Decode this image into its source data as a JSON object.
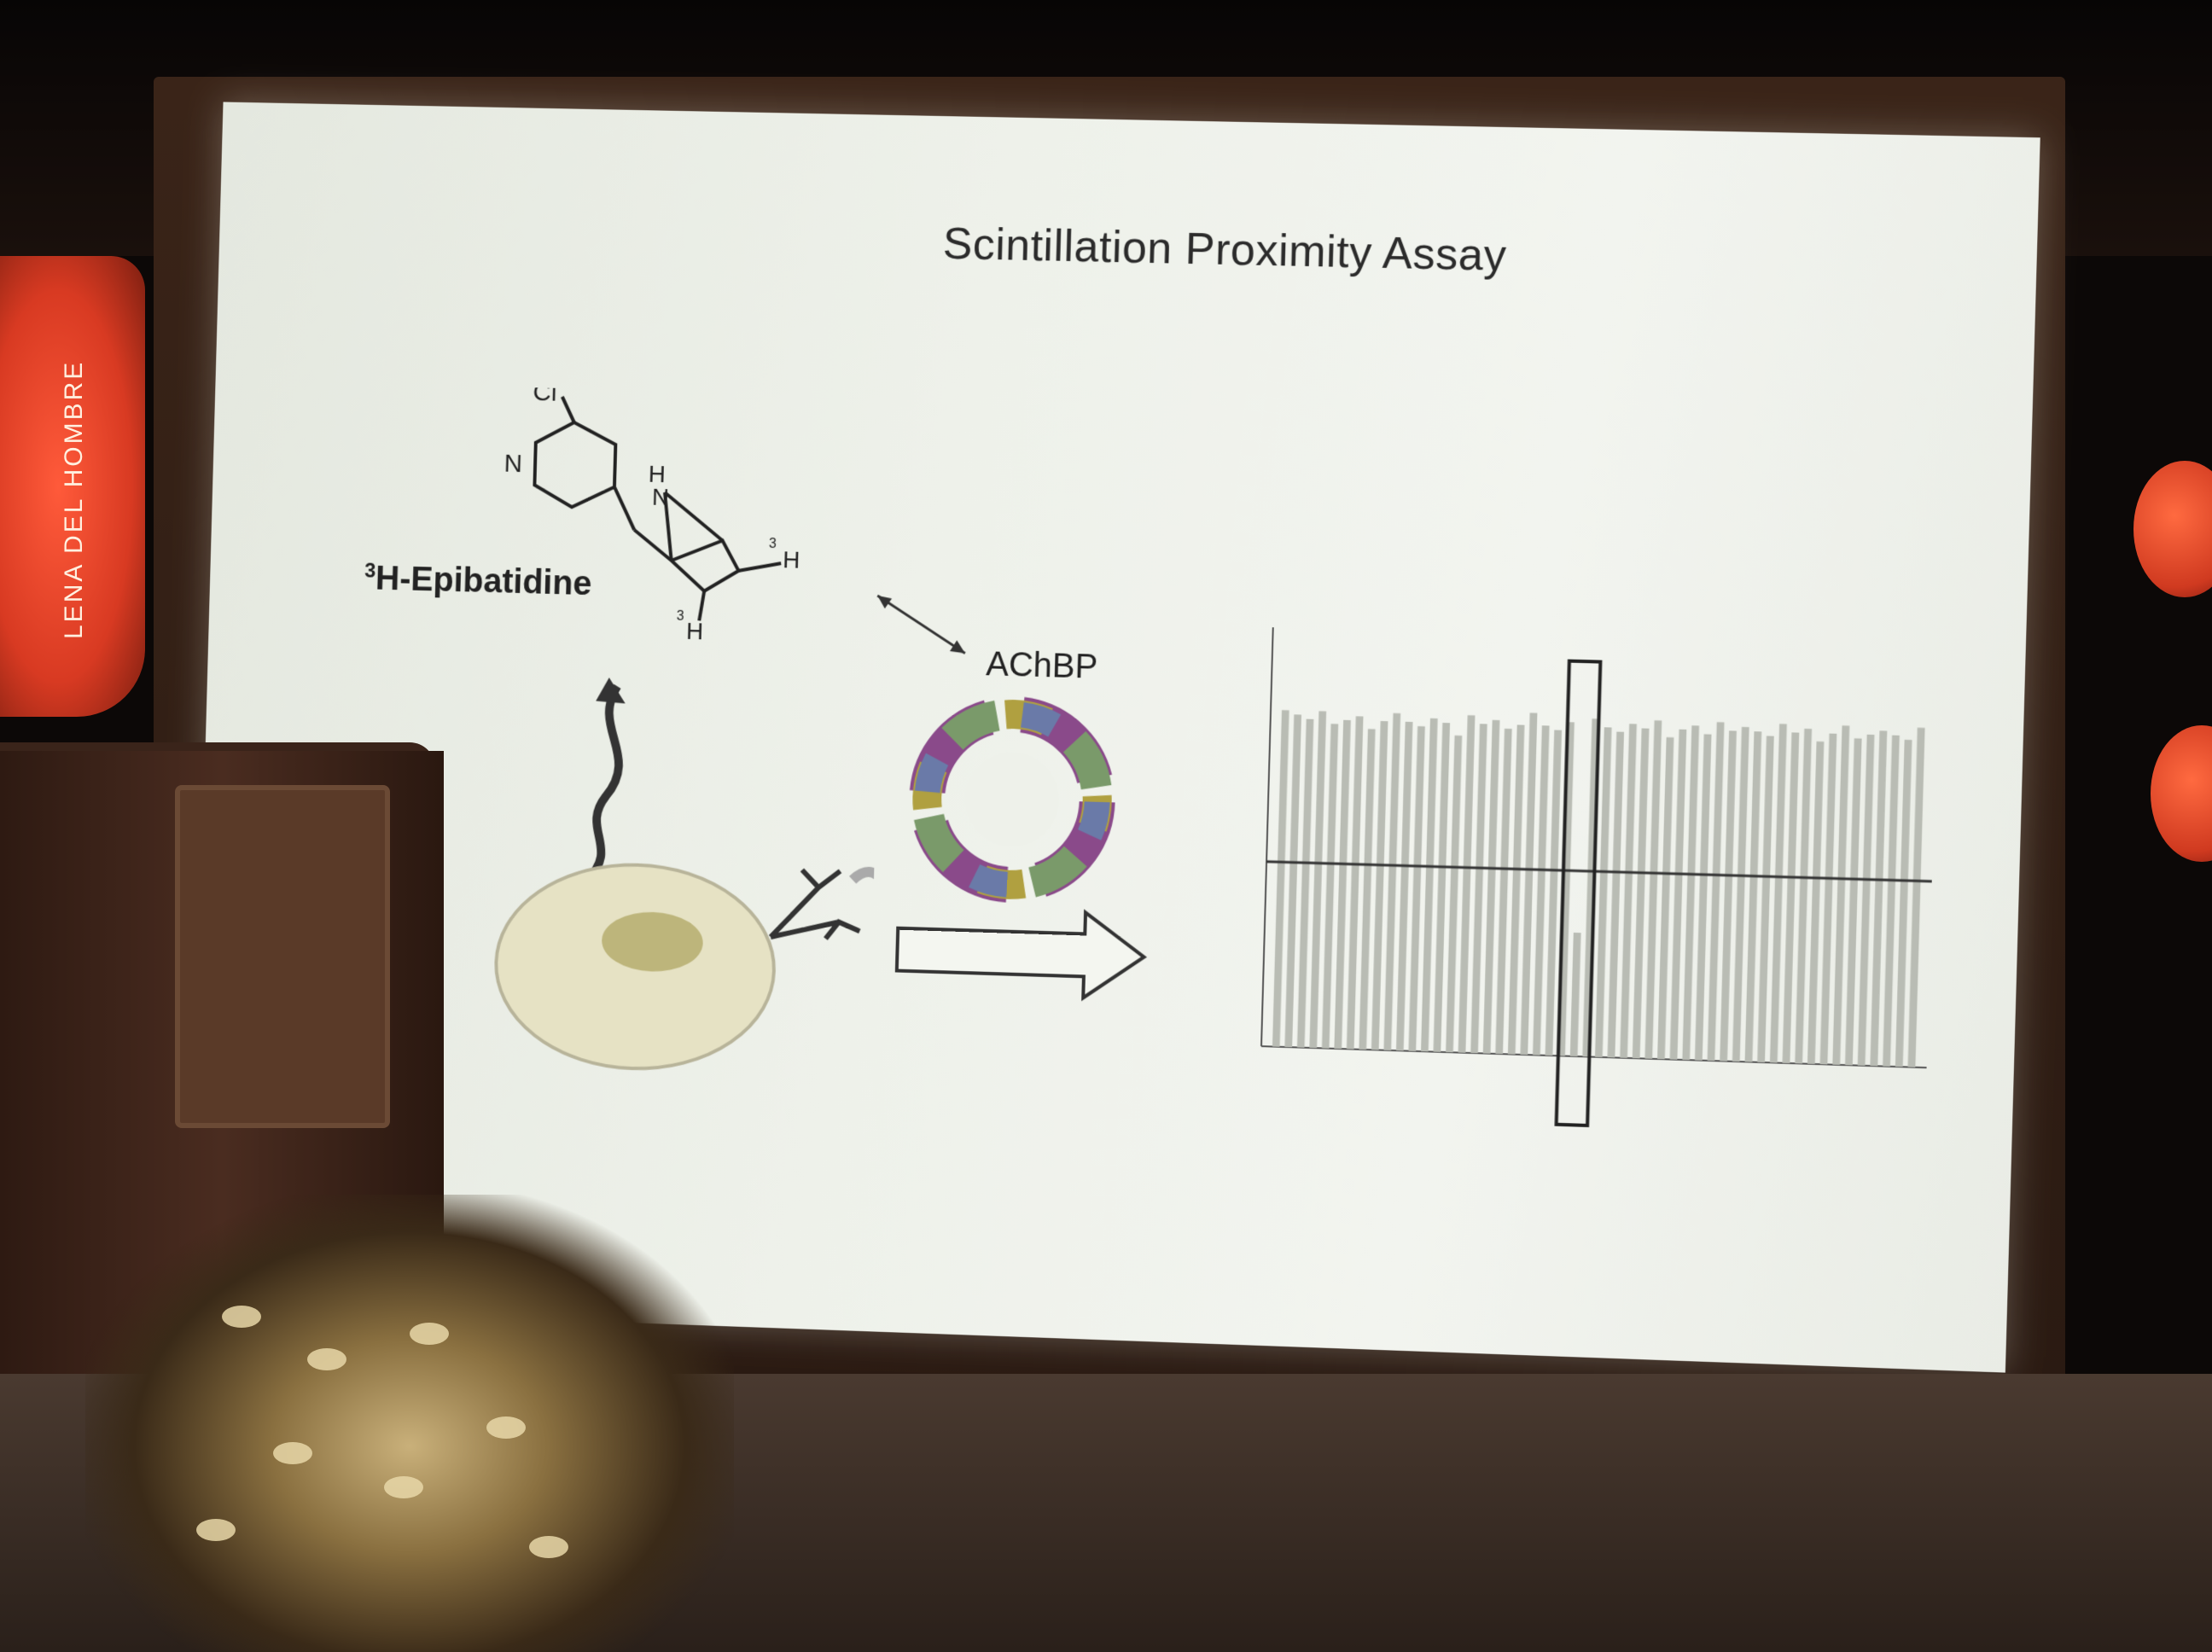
{
  "slide": {
    "title": "Scintillation Proximity Assay",
    "molecule_label_super": "3",
    "molecule_label": "H-Epibatidine",
    "protein_label": "AChBP",
    "atom_cl": "Cl",
    "atom_n": "N",
    "atom_nh": "N",
    "atom_h_top": "H",
    "atom_h_right": "H",
    "atom_h_bottom": "H",
    "atom_3_right": "3",
    "atom_3_bottom": "3"
  },
  "banner": {
    "text": "LENA DEL HOMBRE"
  },
  "colors": {
    "screen": "#eef1ea",
    "stage_red": "#d83a22",
    "bead": "#e6e2c4",
    "protein": [
      "#8a4a8a",
      "#7a9a6a",
      "#b0a040",
      "#6a7aa8",
      "#9a5aa0"
    ]
  },
  "chart_data": {
    "type": "bar",
    "bar_count": 52,
    "values": [
      0.82,
      0.81,
      0.8,
      0.82,
      0.79,
      0.8,
      0.81,
      0.78,
      0.8,
      0.82,
      0.8,
      0.79,
      0.81,
      0.8,
      0.77,
      0.82,
      0.8,
      0.81,
      0.79,
      0.8,
      0.83,
      0.8,
      0.79,
      0.81,
      0.3,
      0.82,
      0.8,
      0.79,
      0.81,
      0.8,
      0.82,
      0.78,
      0.8,
      0.81,
      0.79,
      0.82,
      0.8,
      0.81,
      0.8,
      0.79,
      0.82,
      0.8,
      0.81,
      0.78,
      0.8,
      0.82,
      0.79,
      0.8,
      0.81,
      0.8,
      0.79,
      0.82
    ],
    "threshold": 0.45,
    "highlighted_index": 24
  }
}
